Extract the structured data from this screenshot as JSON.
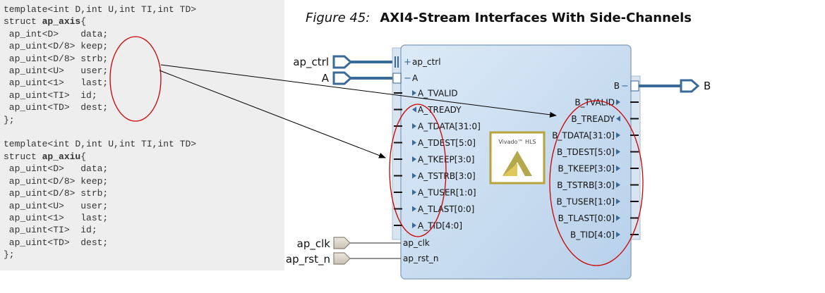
{
  "code": {
    "struct1": [
      "template<int D,int U,int TI,int TD>",
      "struct ap_axis{",
      " ap_int<D>    data;",
      " ap_uint<D/8> keep;",
      " ap_uint<D/8> strb;",
      " ap_uint<U>   user;",
      " ap_uint<1>   last;",
      " ap_uint<TI>  id;",
      " ap_uint<TD>  dest;",
      "};"
    ],
    "struct2": [
      "template<int D,int U,int TI,int TD>",
      "struct ap_axiu{",
      " ap_uint<D>   data;",
      " ap_uint<D/8> keep;",
      " ap_uint<D/8> strb;",
      " ap_uint<U>   user;",
      " ap_uint<1>   last;",
      " ap_uint<TI>  id;",
      " ap_uint<TD>  dest;",
      "};"
    ]
  },
  "figure": {
    "number": "Figure 45:",
    "title": "AXI4-Stream Interfaces With Side-Channels"
  },
  "block": {
    "left_ports": [
      "A_TVALID",
      "A_TREADY",
      "A_TDATA[31:0]",
      "A_TDEST[5:0]",
      "A_TKEEP[3:0]",
      "A_TSTRB[3:0]",
      "A_TUSER[1:0]",
      "A_TLAST[0:0]",
      "A_TID[4:0]"
    ],
    "right_ports": [
      "B_TVALID",
      "B_TREADY",
      "B_TDATA[31:0]",
      "B_TDEST[5:0]",
      "B_TKEEP[3:0]",
      "B_TSTRB[3:0]",
      "B_TUSER[1:0]",
      "B_TLAST[0:0]",
      "B_TID[4:0]"
    ],
    "ap_ctrl_inner": "ap_ctrl",
    "a_inner": "A",
    "b_inner": "B",
    "ap_clk_inner": "ap_clk",
    "ap_rst_n_inner": "ap_rst_n",
    "logo_text": "Vivado™ HLS"
  },
  "external": {
    "ap_ctrl": "ap_ctrl",
    "a": "A",
    "b": "B",
    "ap_clk": "ap_clk",
    "ap_rst_n": "ap_rst_n"
  },
  "colors": {
    "block_fill": "#c6dcf0",
    "block_stroke": "#8fa9c4",
    "bus": "#3a6a97",
    "highlight": "#cc0000",
    "port_fill": "#d9d2c8",
    "logo_border": "#b8a23a",
    "logo_mark": "#b5a84a"
  }
}
